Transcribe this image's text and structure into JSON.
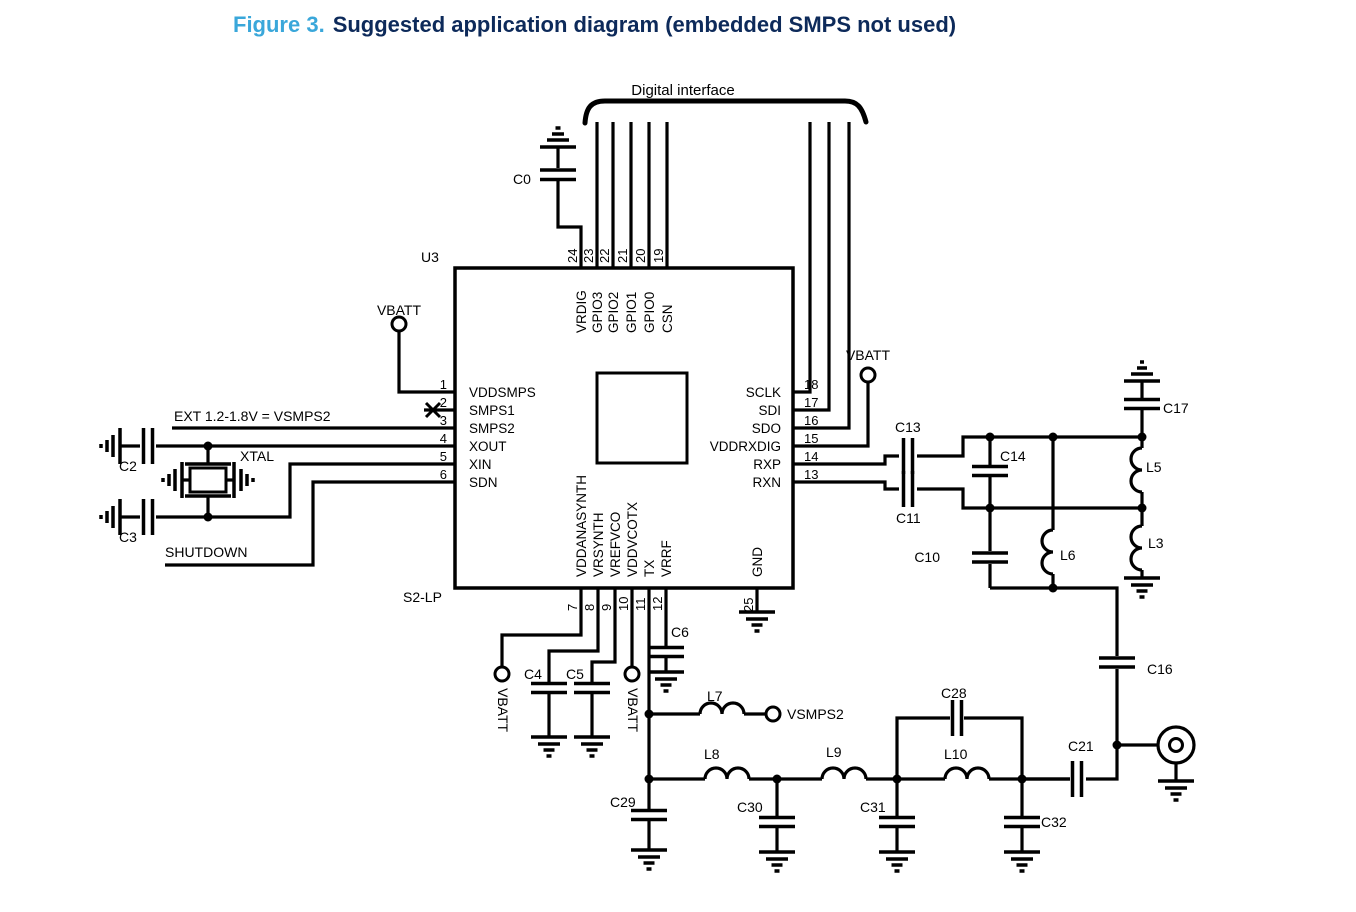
{
  "title": {
    "prefix": "Figure 3.",
    "text": "Suggested application diagram (embedded SMPS not used)"
  },
  "colors": {
    "figure_prefix": "#3aa7da",
    "title_text": "#0d2a5a",
    "line": "#000000"
  },
  "schematic": {
    "interface_label": "Digital interface",
    "ic": {
      "refdes": "U3",
      "part_name": "S2-LP"
    },
    "pins": {
      "left": [
        {
          "num": "1",
          "name": "VDDSMPS"
        },
        {
          "num": "2",
          "name": "SMPS1"
        },
        {
          "num": "3",
          "name": "SMPS2"
        },
        {
          "num": "4",
          "name": "XOUT"
        },
        {
          "num": "5",
          "name": "XIN"
        },
        {
          "num": "6",
          "name": "SDN"
        }
      ],
      "right": [
        {
          "num": "18",
          "name": "SCLK"
        },
        {
          "num": "17",
          "name": "SDI"
        },
        {
          "num": "16",
          "name": "SDO"
        },
        {
          "num": "15",
          "name": "VDDRXDIG"
        },
        {
          "num": "14",
          "name": "RXP"
        },
        {
          "num": "13",
          "name": "RXN"
        }
      ],
      "top": [
        {
          "num": "24",
          "name": "VRDIG"
        },
        {
          "num": "23",
          "name": "GPIO3"
        },
        {
          "num": "22",
          "name": "GPIO2"
        },
        {
          "num": "21",
          "name": "GPIO1"
        },
        {
          "num": "20",
          "name": "GPIO0"
        },
        {
          "num": "19",
          "name": "CSN"
        }
      ],
      "bottom": [
        {
          "num": "7",
          "name": "VDDANASYNTH"
        },
        {
          "num": "8",
          "name": "VRSYNTH"
        },
        {
          "num": "9",
          "name": "VREFVCO"
        },
        {
          "num": "10",
          "name": "VDDVCOTX"
        },
        {
          "num": "11",
          "name": "TX"
        },
        {
          "num": "12",
          "name": "VRRF"
        }
      ],
      "exposed_pad": {
        "num": "25",
        "name": "GND"
      }
    },
    "net_labels": {
      "vbatt": "VBATT",
      "vsmps2": "VSMPS2",
      "ext_supply": "EXT 1.2-1.8V = VSMPS2",
      "shutdown": "SHUTDOWN",
      "xtal": "XTAL"
    },
    "components": {
      "c0": "C0",
      "c2": "C2",
      "c3": "C3",
      "c4": "C4",
      "c5": "C5",
      "c6": "C6",
      "c10": "C10",
      "c11": "C11",
      "c13": "C13",
      "c14": "C14",
      "c16": "C16",
      "c17": "C17",
      "c21": "C21",
      "c28": "C28",
      "c29": "C29",
      "c30": "C30",
      "c31": "C31",
      "c32": "C32",
      "l3": "L3",
      "l5": "L5",
      "l6": "L6",
      "l7": "L7",
      "l8": "L8",
      "l9": "L9",
      "l10": "L10"
    }
  }
}
